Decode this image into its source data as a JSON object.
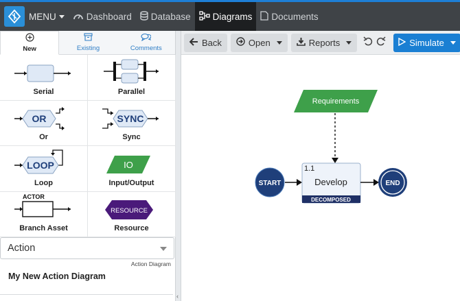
{
  "nav": {
    "menu_label": "MENU",
    "items": [
      {
        "label": "Dashboard",
        "icon": "dashboard-icon"
      },
      {
        "label": "Database",
        "icon": "database-icon"
      },
      {
        "label": "Diagrams",
        "icon": "diagram-icon",
        "active": true
      },
      {
        "label": "Documents",
        "icon": "document-icon"
      }
    ]
  },
  "panel": {
    "tabs": [
      {
        "label": "New",
        "icon": "plus-circle-icon",
        "active": true
      },
      {
        "label": "Existing",
        "icon": "archive-icon"
      },
      {
        "label": "Comments",
        "icon": "comments-icon"
      }
    ],
    "palette": [
      {
        "label": "Serial"
      },
      {
        "label": "Parallel"
      },
      {
        "label": "Or",
        "shape_text": "OR"
      },
      {
        "label": "Sync",
        "shape_text": "SYNC"
      },
      {
        "label": "Loop",
        "shape_text": "LOOP"
      },
      {
        "label": "Input/Output",
        "shape_text": "IO"
      },
      {
        "label": "Branch Asset",
        "shape_text": "ACTOR"
      },
      {
        "label": "Resource",
        "shape_text": "RESOURCE"
      }
    ],
    "type_select": {
      "value": "Action"
    },
    "type_hint": "Action Diagram",
    "diagram_name": "My New Action Diagram"
  },
  "toolbar": {
    "back": "Back",
    "open": "Open",
    "reports": "Reports",
    "simulate": "Simulate"
  },
  "diagram": {
    "start": "START",
    "end": "END",
    "input_label": "Requirements",
    "action_number": "1.1",
    "action_label": "Develop",
    "action_badge": "DECOMPOSED"
  },
  "colors": {
    "accent": "#1a7fd3",
    "topbar": "#3f4347",
    "io_green": "#3ea04a",
    "resource_purple": "#4a1a7a",
    "node_navy": "#1f3f7a"
  }
}
